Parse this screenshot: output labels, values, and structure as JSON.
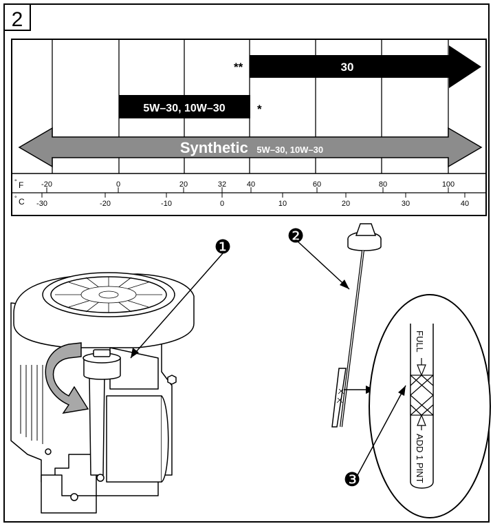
{
  "figure_number": "2",
  "chart": {
    "bars": {
      "sae30": "30",
      "sae30_marker": "**",
      "multigrade": "5W–30,  10W–30",
      "multigrade_marker": "*",
      "synthetic_word": "Synthetic",
      "synthetic_grades": "5W–30,  10W–30"
    },
    "scales": {
      "fahrenheit_unit": "F",
      "celsius_unit": "C",
      "degree_symbol": "°",
      "fahrenheit_ticks": [
        "-20",
        "0",
        "20",
        "32",
        "40",
        "60",
        "80",
        "100"
      ],
      "celsius_ticks": [
        "-30",
        "-20",
        "-10",
        "0",
        "10",
        "20",
        "30",
        "40"
      ]
    }
  },
  "callouts": {
    "oil_fill_cap": "❶",
    "dipstick": "❷",
    "oil_level_range": "❸"
  },
  "dipstick_detail": {
    "full_label": "FULL",
    "add_label": "ADD 1 PINT"
  },
  "icons": {
    "rotate_arrow": "curved-rotate-arrow-icon",
    "engine": "engine-icon",
    "dipstick": "dipstick-icon"
  },
  "colors": {
    "ink": "#000000",
    "synthetic_bar": "#8c8c8c",
    "arrow_gray": "#a8a8a8",
    "paper": "#ffffff"
  }
}
